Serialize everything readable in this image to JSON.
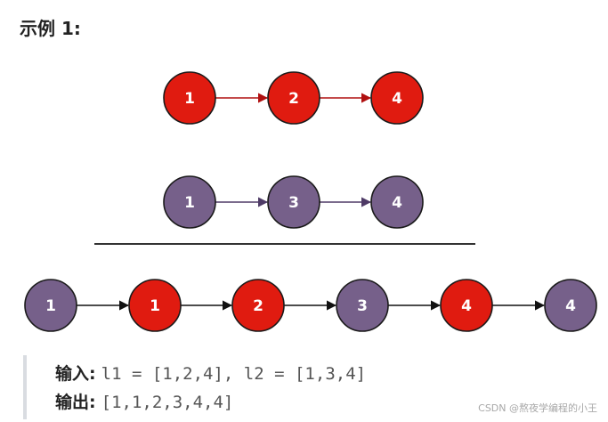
{
  "heading": "示例 1:",
  "colors": {
    "red_node": "#e01b10",
    "purple_node": "#76608a",
    "node_stroke": "#1a1a1a",
    "red_arrow": "#b01010",
    "purple_arrow": "#4e3a66",
    "merged_arrow": "#111111",
    "divider": "#333333"
  },
  "lists": {
    "l1": [
      {
        "value": "1",
        "color": "red"
      },
      {
        "value": "2",
        "color": "red"
      },
      {
        "value": "4",
        "color": "red"
      }
    ],
    "l2": [
      {
        "value": "1",
        "color": "purple"
      },
      {
        "value": "3",
        "color": "purple"
      },
      {
        "value": "4",
        "color": "purple"
      }
    ],
    "merged": [
      {
        "value": "1",
        "color": "purple"
      },
      {
        "value": "1",
        "color": "red"
      },
      {
        "value": "2",
        "color": "red"
      },
      {
        "value": "3",
        "color": "purple"
      },
      {
        "value": "4",
        "color": "red"
      },
      {
        "value": "4",
        "color": "purple"
      }
    ]
  },
  "example": {
    "input_label": "输入:",
    "input_code": "l1 = [1,2,4], l2 = [1,3,4]",
    "output_label": "输出:",
    "output_code": "[1,1,2,3,4,4]"
  },
  "watermark": "CSDN @熬夜学编程的小王"
}
